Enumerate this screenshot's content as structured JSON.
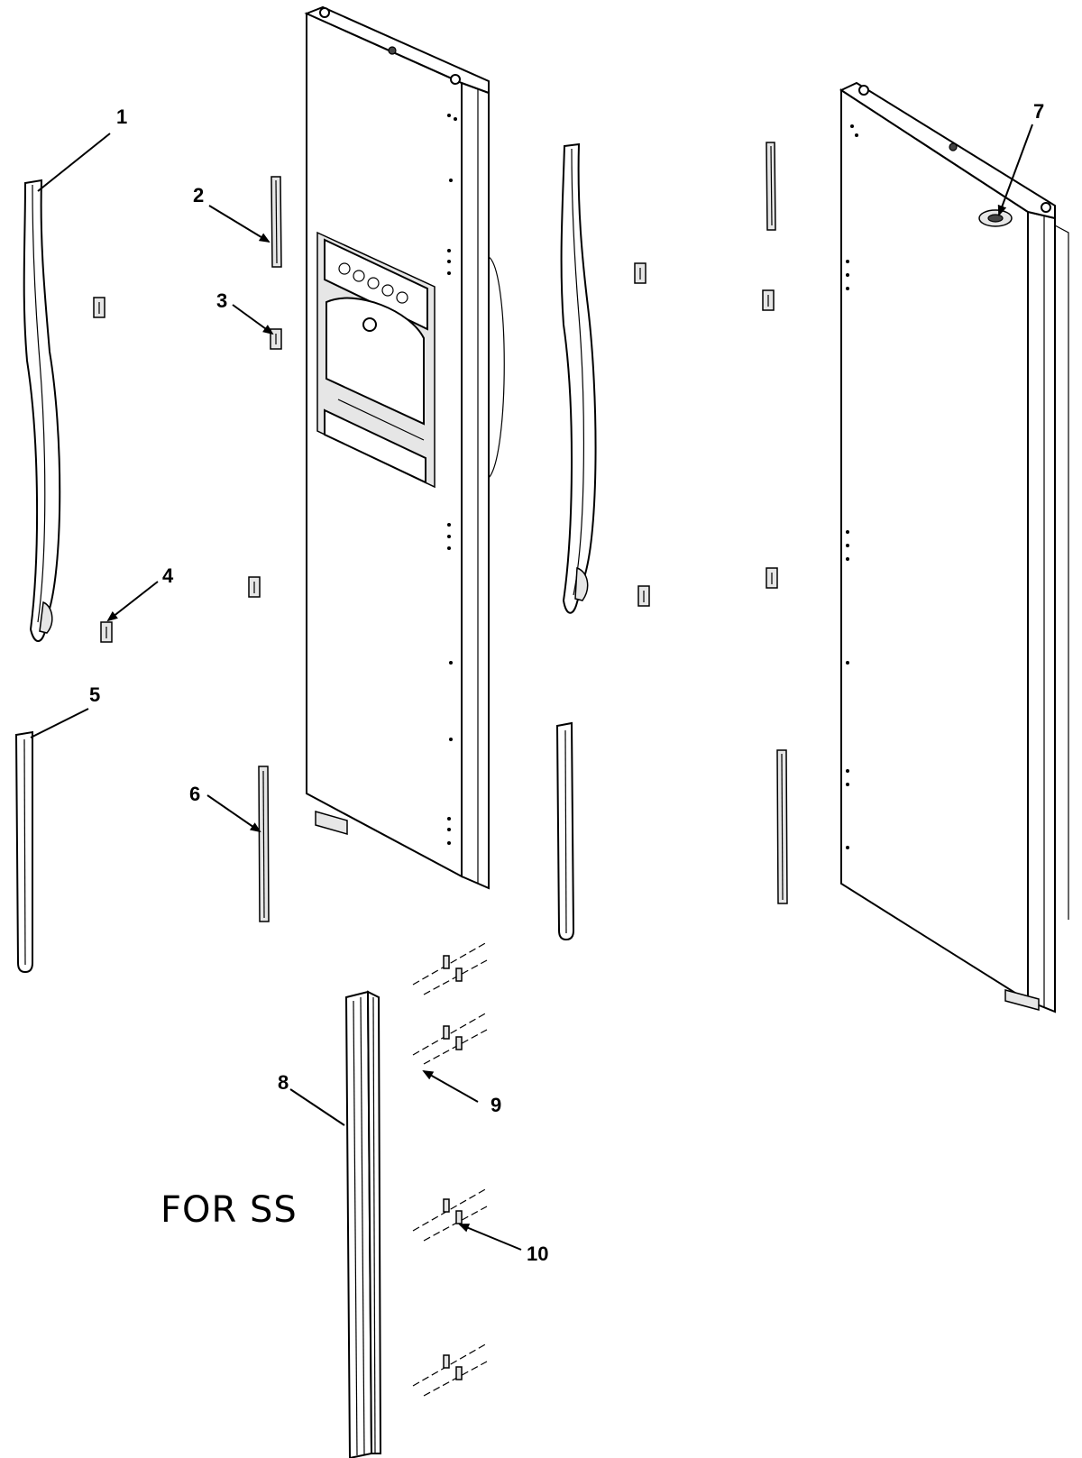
{
  "callouts": {
    "c1": "1",
    "c2": "2",
    "c3": "3",
    "c4": "4",
    "c5": "5",
    "c6": "6",
    "c7": "7",
    "c8": "8",
    "c9": "9",
    "c10": "10"
  },
  "note": "FOR SS"
}
